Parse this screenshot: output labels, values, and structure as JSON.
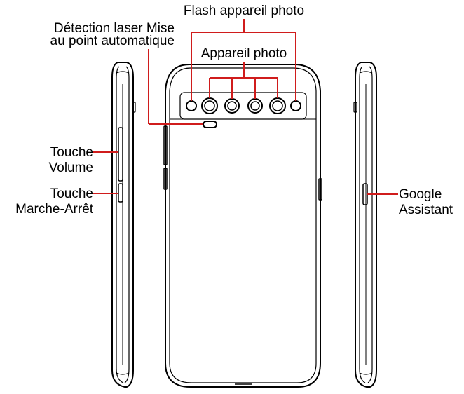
{
  "labels": {
    "flash": "Flash appareil photo",
    "laser_line1": "Détection laser Mise",
    "laser_line2": "au point automatique",
    "camera": "Appareil photo",
    "volume_line1": "Touche",
    "volume_line2": "Volume",
    "power_line1": "Touche",
    "power_line2": "Marche-Arrêt",
    "assistant_line1": "Google",
    "assistant_line2": "Assistant"
  },
  "colors": {
    "callout": "#d01c1c",
    "outline": "#000000"
  }
}
